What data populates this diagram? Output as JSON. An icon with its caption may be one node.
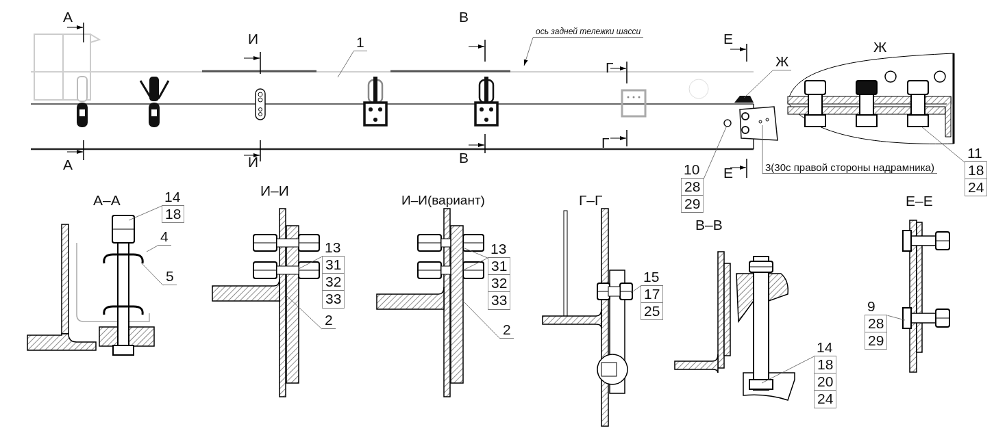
{
  "diagram": {
    "nodes": [
      {
        "text": [
          "ось задней тележки шасси"
        ]
      },
      {
        "text": [
          "1"
        ]
      },
      {
        "text": [
          "Ж"
        ]
      },
      {
        "text": [
          "11",
          "18",
          "24"
        ]
      },
      {
        "text": [
          "10",
          "28",
          "29"
        ]
      },
      {
        "text": [
          "3(30с правой стороны надрамника)"
        ]
      },
      {
        "text": [
          "14",
          "18"
        ]
      },
      {
        "text": [
          "4"
        ]
      },
      {
        "text": [
          "5"
        ]
      },
      {
        "text": [
          "13",
          "31",
          "32",
          "33"
        ]
      },
      {
        "text": [
          "2"
        ]
      },
      {
        "text": [
          "13",
          "31",
          "32",
          "33"
        ]
      },
      {
        "text": [
          "2"
        ]
      },
      {
        "text": [
          "15",
          "17",
          "25"
        ]
      },
      {
        "text": [
          "14",
          "18",
          "20",
          "24"
        ]
      },
      {
        "text": [
          "9",
          "28",
          "29"
        ]
      },
      {
        "text": [],
        "shape": "nut"
      },
      {
        "text": [],
        "shape": "plate"
      }
    ],
    "edges": [
      {
        "from": 0,
        "to": null,
        "arrow": "to"
      },
      {
        "from": 1,
        "to": null,
        "arrow": "none"
      },
      {
        "from": 2,
        "to": null,
        "arrow": "none"
      },
      {
        "from": 3,
        "to": 16,
        "arrow": "none"
      },
      {
        "from": 4,
        "to": null,
        "arrow": "none"
      },
      {
        "from": 5,
        "to": null,
        "arrow": "none"
      },
      {
        "from": 6,
        "to": null,
        "arrow": "none"
      },
      {
        "from": 7,
        "to": null,
        "arrow": "none"
      },
      {
        "from": 8,
        "to": null,
        "arrow": "none"
      },
      {
        "from": 9,
        "to": null,
        "arrow": "none"
      },
      {
        "from": 10,
        "to": null,
        "arrow": "none"
      },
      {
        "from": 11,
        "to": 17,
        "arrow": "none"
      },
      {
        "from": 11,
        "to": 17,
        "arrow": "none"
      },
      {
        "from": 12,
        "to": 17,
        "arrow": "none"
      },
      {
        "from": 13,
        "to": null,
        "arrow": "none"
      },
      {
        "from": 14,
        "to": null,
        "arrow": "none"
      },
      {
        "from": 15,
        "to": null,
        "arrow": "none"
      }
    ],
    "labels": [
      "А",
      "И",
      "В",
      "Г",
      "Е",
      "Ж",
      "А",
      "И",
      "В",
      "Г",
      "Е",
      "А–А",
      "И–И",
      "И–И(вариант)",
      "Г–Г",
      "В–В",
      "Е–Е"
    ]
  }
}
